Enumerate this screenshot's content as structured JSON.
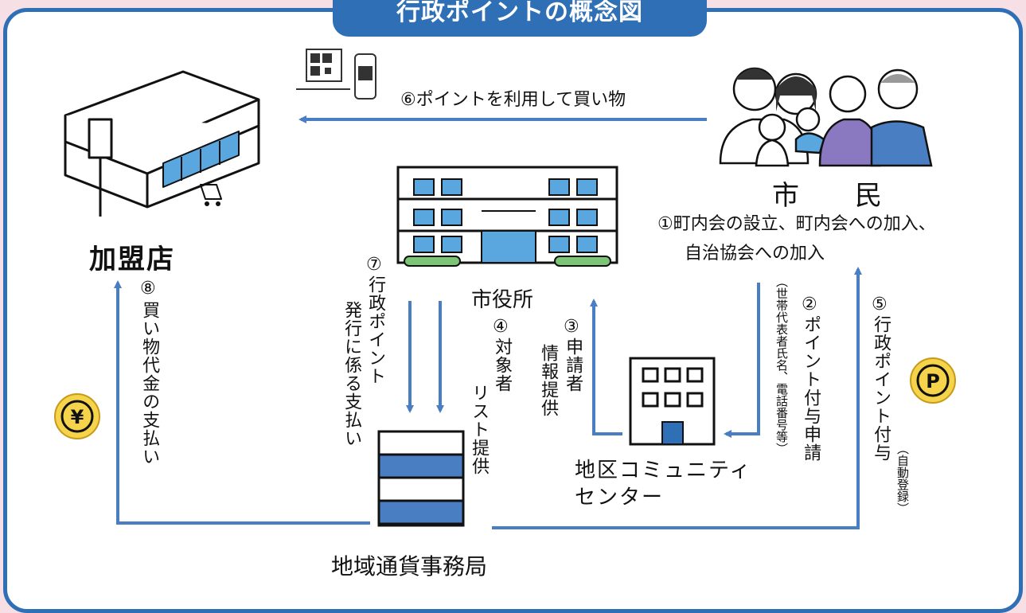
{
  "title": "行政ポイントの概念図",
  "nodes": {
    "shop": "加盟店",
    "citizens": "市　民",
    "city_hall": "市役所",
    "community_center_line1": "地区コミュニティ",
    "community_center_line2": "センター",
    "currency_office": "地域通貨事務局"
  },
  "steps": {
    "s1_line1": "①町内会の設立、町内会への加入、",
    "s1_line2": "自治協会への加入",
    "s2_num": "②",
    "s2_text": "ポイント付与申請",
    "s2_note": "（世帯代表者氏名、電話番号等）",
    "s3_num": "③",
    "s3_col1": "申請者",
    "s3_col2": "情報提供",
    "s4_num": "④",
    "s4_col1": "対象者",
    "s4_col2": "リスト提供",
    "s5_num": "⑤",
    "s5_text": "行政ポイント付与",
    "s5_note": "（自動登録）",
    "s6": "⑥ポイントを利用して買い物",
    "s7_num": "⑦",
    "s7_col1": "行政ポイント",
    "s7_col2": "発行に係る支払い",
    "s8_num": "⑧",
    "s8_text": "買い物代金の支払い"
  },
  "icons": {
    "point_coin": "P",
    "yen_coin": "¥"
  },
  "colors": {
    "accent": "#2f6fb6",
    "arrow": "#4a7ec2",
    "window": "#5aa7e0",
    "coin": "#f5d34a",
    "background": "#f7dfe6"
  }
}
